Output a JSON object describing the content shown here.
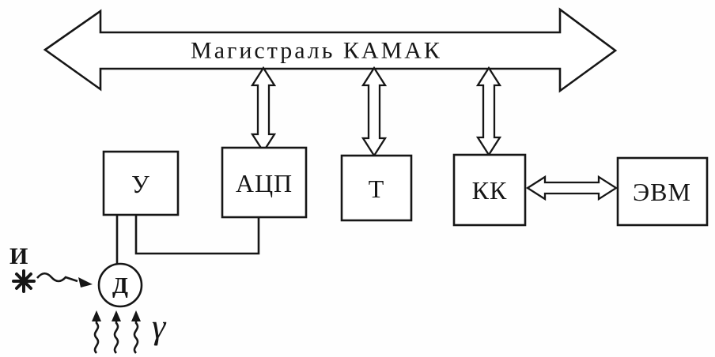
{
  "diagram": {
    "bus_label": "Магистраль КАМАК",
    "blocks": {
      "amplifier": "У",
      "adc": "АЦП",
      "timer": "Т",
      "crate_controller": "КК",
      "computer": "ЭВМ",
      "detector": "Д"
    },
    "annotations": {
      "source_label": "И",
      "gamma_label": "γ"
    },
    "colors": {
      "ink": "#161616",
      "background": "#fefefe"
    }
  }
}
